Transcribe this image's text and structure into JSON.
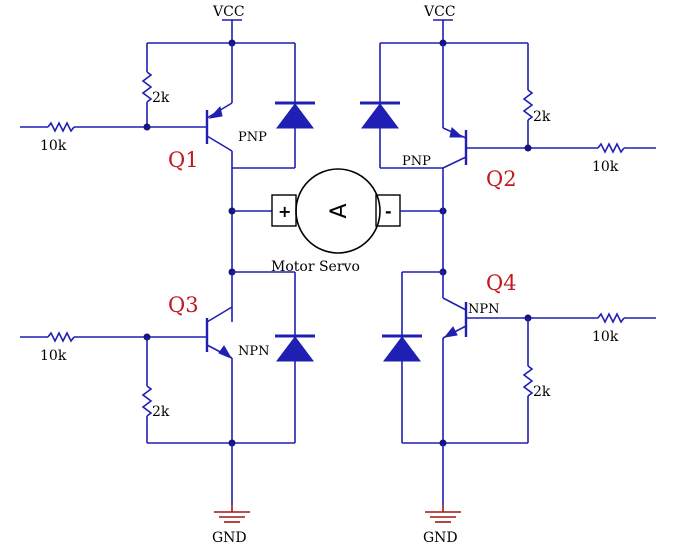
{
  "labels": {
    "vcc_left": "VCC",
    "vcc_right": "VCC",
    "gnd_left": "GND",
    "gnd_right": "GND",
    "q1": "Q1",
    "q2": "Q2",
    "q3": "Q3",
    "q4": "Q4",
    "pnp_q1": "PNP",
    "pnp_q2": "PNP",
    "npn_q3": "NPN",
    "npn_q4": "NPN",
    "r_q1_base": "10k",
    "r_q1_pull": "2k",
    "r_q2_base": "10k",
    "r_q2_pull": "2k",
    "r_q3_base": "10k",
    "r_q3_pull": "2k",
    "r_q4_base": "10k",
    "r_q4_pull": "2k",
    "motor_name": "Motor Servo",
    "motor_symbol": "A",
    "motor_plus": "+",
    "motor_minus": "-"
  },
  "colors": {
    "wire": "#1f1fb4",
    "junction": "#14147a",
    "transistor_label": "#c0191f",
    "ground": "#a31515"
  }
}
